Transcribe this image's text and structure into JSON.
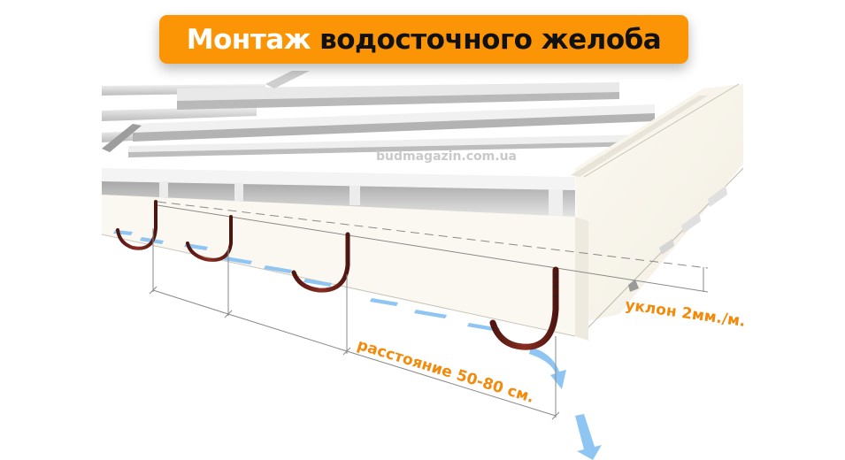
{
  "title": {
    "part1": "Монтаж",
    "part2": "водосточного желоба",
    "background_color": "#fb9506",
    "part1_color": "#ffffff",
    "part2_color": "#111111"
  },
  "watermark": "budmagazin.com.ua",
  "annotations": {
    "slope": "уклон 2мм./м.",
    "distance": "расстояние 50-80 см."
  },
  "colors": {
    "label_orange": "#f28a0c",
    "bracket_brown": "#6b1f18",
    "water_arrow_blue": "#8ec5f2",
    "fascia_board": "#fbf8f1",
    "roof_lath": "#d9d9d9",
    "dimension_line": "#8a8a8a"
  },
  "diagram": {
    "subject": "gutter hook brackets mounted on fascia board",
    "bracket_count": 4,
    "water_flow_direction": "left-to-right toward downspout"
  }
}
